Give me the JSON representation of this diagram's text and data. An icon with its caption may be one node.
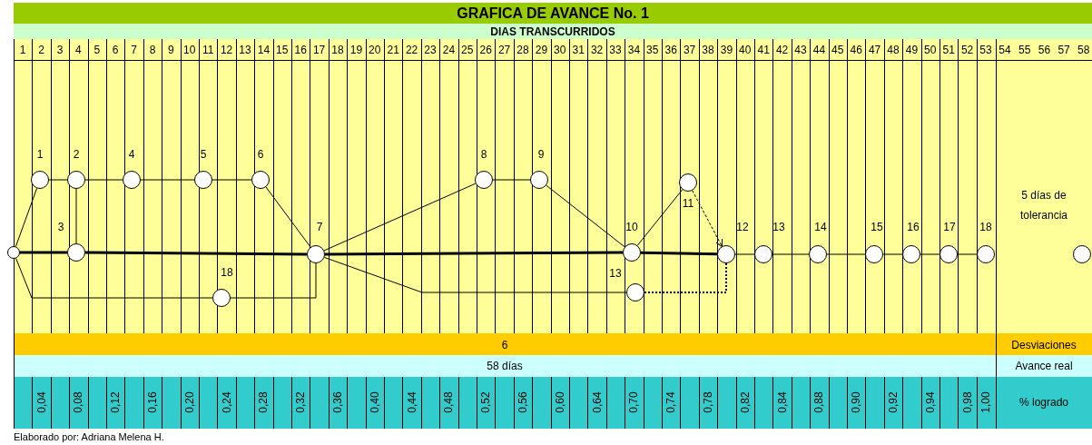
{
  "diagram": {
    "title": "GRAFICA DE AVANCE No. 1",
    "caption": "Elaborado por: Adriana Melena H.",
    "nodes": [
      {
        "text": [],
        "shape": "circle"
      },
      {
        "text": [],
        "shape": "circle",
        "beside": [
          "1"
        ]
      },
      {
        "text": [],
        "shape": "circle",
        "beside": [
          "2"
        ]
      },
      {
        "text": [],
        "shape": "circle",
        "beside": [
          "3"
        ]
      },
      {
        "text": [],
        "shape": "circle",
        "beside": [
          "4"
        ]
      },
      {
        "text": [],
        "shape": "circle",
        "beside": [
          "18"
        ]
      },
      {
        "text": [],
        "shape": "circle",
        "beside": [
          "5"
        ]
      },
      {
        "text": [],
        "shape": "circle",
        "beside": [
          "6"
        ]
      },
      {
        "text": [],
        "shape": "circle",
        "beside": [
          "7"
        ]
      },
      {
        "text": [],
        "shape": "circle",
        "beside": [
          "8"
        ]
      },
      {
        "text": [],
        "shape": "circle",
        "beside": [
          "9"
        ]
      },
      {
        "text": [],
        "shape": "circle",
        "beside": [
          "10"
        ]
      },
      {
        "text": [],
        "shape": "circle",
        "beside": [
          "13"
        ]
      },
      {
        "text": [],
        "shape": "circle",
        "beside": [
          "11"
        ]
      },
      {
        "text": [],
        "shape": "circle",
        "beside": [
          "12"
        ]
      },
      {
        "text": [],
        "shape": "circle",
        "beside": [
          "13"
        ]
      },
      {
        "text": [],
        "shape": "circle",
        "beside": [
          "14"
        ]
      },
      {
        "text": [],
        "shape": "circle",
        "beside": [
          "15"
        ]
      },
      {
        "text": [],
        "shape": "circle",
        "beside": [
          "16"
        ]
      },
      {
        "text": [],
        "shape": "circle",
        "beside": [
          "17"
        ]
      },
      {
        "text": [],
        "shape": "circle",
        "beside": [
          "18"
        ]
      },
      {
        "text": [],
        "shape": "circle"
      }
    ],
    "edges": [
      {
        "from": 0,
        "to": 1,
        "arrow": "none"
      },
      {
        "from": 0,
        "to": 3,
        "arrow": "none",
        "style": "thick"
      },
      {
        "from": 0,
        "to": 5,
        "arrow": "none"
      },
      {
        "from": 1,
        "to": 2,
        "arrow": "none"
      },
      {
        "from": 2,
        "to": 3,
        "arrow": "none"
      },
      {
        "from": 2,
        "to": 4,
        "arrow": "none"
      },
      {
        "from": 4,
        "to": 6,
        "arrow": "none"
      },
      {
        "from": 6,
        "to": 7,
        "arrow": "none"
      },
      {
        "from": 7,
        "to": 8,
        "arrow": "none"
      },
      {
        "from": 3,
        "to": 8,
        "arrow": "none",
        "style": "thick"
      },
      {
        "from": 5,
        "to": 8,
        "arrow": "none"
      },
      {
        "from": 8,
        "to": 9,
        "arrow": "none"
      },
      {
        "from": 9,
        "to": 10,
        "arrow": "none"
      },
      {
        "from": 10,
        "to": 11,
        "arrow": "none"
      },
      {
        "from": 8,
        "to": 11,
        "arrow": "none",
        "style": "thick"
      },
      {
        "from": 8,
        "to": 12,
        "arrow": "none"
      },
      {
        "from": 11,
        "to": 13,
        "arrow": "none"
      },
      {
        "from": 13,
        "to": 14,
        "arrow": "to",
        "style": "dashed"
      },
      {
        "from": 11,
        "to": 14,
        "arrow": "none",
        "style": "thick"
      },
      {
        "from": 12,
        "to": 14,
        "arrow": "none",
        "style": "dashed"
      },
      {
        "from": 14,
        "to": 15,
        "arrow": "none"
      },
      {
        "from": 15,
        "to": 16,
        "arrow": "none"
      },
      {
        "from": 16,
        "to": 17,
        "arrow": "none"
      },
      {
        "from": 17,
        "to": 18,
        "arrow": "none"
      },
      {
        "from": 18,
        "to": 19,
        "arrow": "none"
      },
      {
        "from": 19,
        "to": 20,
        "arrow": "none"
      }
    ],
    "labels": [
      "DIAS TRANSCURRIDOS",
      "1",
      "2",
      "3",
      "4",
      "5",
      "6",
      "7",
      "8",
      "9",
      "10",
      "11",
      "12",
      "13",
      "14",
      "15",
      "16",
      "17",
      "18",
      "19",
      "20",
      "21",
      "22",
      "23",
      "24",
      "25",
      "26",
      "27",
      "28",
      "29",
      "30",
      "31",
      "32",
      "33",
      "34",
      "35",
      "36",
      "37",
      "38",
      "39",
      "40",
      "41",
      "42",
      "43",
      "44",
      "45",
      "46",
      "47",
      "48",
      "49",
      "50",
      "51",
      "52",
      "53",
      "54",
      "55",
      "56",
      "57",
      "58",
      "5 días de tolerancia",
      "6",
      "Desviaciones",
      "58 días",
      "Avance real",
      "0,04",
      "0,08",
      "0,12",
      "0,16",
      "0,20",
      "0,24",
      "0,28",
      "0,32",
      "0,36",
      "0,40",
      "0,44",
      "0,48",
      "0,52",
      "0,56",
      "0,60",
      "0,64",
      "0,70",
      "0,74",
      "0,78",
      "0,82",
      "0,84",
      "0,88",
      "0,90",
      "0,92",
      "0,94",
      "0,98",
      "1,00",
      "% logrado"
    ]
  }
}
